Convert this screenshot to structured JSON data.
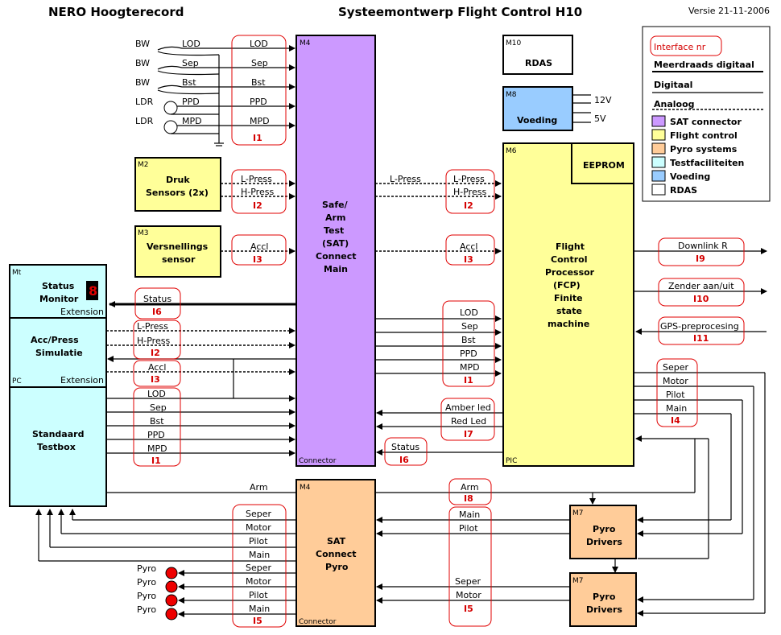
{
  "header": {
    "left": "NERO Hoogterecord",
    "center": "Systeemontwerp Flight Control H10",
    "right": "Versie 21-11-2006"
  },
  "legend": {
    "interface": "Interface nr",
    "multi": "Meerdraads digitaal",
    "digital": "Digitaal",
    "analog": "Analoog",
    "sat": "SAT connector",
    "fc": "Flight control",
    "pyro": "Pyro systems",
    "test": "Testfaciliteiten",
    "power": "Voeding",
    "rdas": "RDAS",
    "colors": {
      "sat": "#cc99ff",
      "fc": "#ffff99",
      "pyro": "#ffcc99",
      "test": "#ccffff",
      "power": "#99ccff",
      "rdas": "#ffffff"
    }
  },
  "sensors": {
    "bw1": "BW",
    "bw2": "BW",
    "bw3": "BW",
    "ldr1": "LDR",
    "ldr2": "LDR",
    "lod": "LOD",
    "sep": "Sep",
    "bst": "Bst",
    "ppd": "PPD",
    "mpd": "MPD"
  },
  "i1": {
    "lod": "LOD",
    "sep": "Sep",
    "bst": "Bst",
    "ppd": "PPD",
    "mpd": "MPD",
    "id": "I1"
  },
  "m2": {
    "code": "M2",
    "l1": "Druk",
    "l2": "Sensors (2x)"
  },
  "m3": {
    "code": "M3",
    "l1": "Versnellings",
    "l2": "sensor"
  },
  "i2a": {
    "l": "L-Press",
    "h": "H-Press",
    "id": "I2"
  },
  "i3a": {
    "a": "Accl",
    "id": "I3"
  },
  "m4": {
    "code": "M4",
    "l1": "Safe/",
    "l2": "Arm",
    "l3": "Test",
    "l4": "(SAT)",
    "l5": "Connect",
    "l6": "Main",
    "connector": "Connector"
  },
  "m10": {
    "code": "M10",
    "name": "RDAS"
  },
  "m8": {
    "code": "M8",
    "name": "Voeding",
    "v12": "12V",
    "v5": "5V"
  },
  "m6": {
    "code": "M6",
    "eeprom": "EEPROM",
    "l1": "Flight",
    "l2": "Control",
    "l3": "Processor",
    "l4": "(FCP)",
    "l5": "Finite",
    "l6": "state",
    "l7": "machine",
    "pic": "PIC"
  },
  "fc_in": {
    "lpress": "L-Press",
    "l": "L-Press",
    "h": "H-Press",
    "i2": "I2",
    "accl": "Accl",
    "i3": "I3"
  },
  "fc_main": {
    "lod": "LOD",
    "sep": "Sep",
    "bst": "Bst",
    "ppd": "PPD",
    "mpd": "MPD",
    "id": "I1"
  },
  "fc_out": {
    "downlink": "Downlink R",
    "i9": "I9",
    "zender": "Zender aan/uit",
    "i10": "I10",
    "gps": "GPS-preprocesing",
    "i11": "I11"
  },
  "i4": {
    "seper": "Seper",
    "motor": "Motor",
    "pilot": "Pilot",
    "main": "Main",
    "id": "I4"
  },
  "i7": {
    "amber": "Amber led",
    "red": "Red Led",
    "id": "I7"
  },
  "i6b": {
    "status": "Status",
    "id": "I6"
  },
  "mt": {
    "code": "Mt",
    "l1": "Status",
    "l2": "Monitor",
    "ext": "Extension",
    "digit": "8"
  },
  "pc": {
    "l1": "Acc/Press",
    "l2": "Simulatie",
    "code": "PC",
    "ext": "Extension",
    "l3": "Standaard",
    "l4": "Testbox"
  },
  "i6a": {
    "status": "Status",
    "id": "I6"
  },
  "i2b": {
    "l": "L-Press",
    "h": "H-Press",
    "id": "I2"
  },
  "i3b": {
    "a": "Accl",
    "id": "I3"
  },
  "i1b": {
    "lod": "LOD",
    "sep": "Sep",
    "bst": "Bst",
    "ppd": "PPD",
    "mpd": "MPD",
    "id": "I1"
  },
  "arm": {
    "left": "Arm",
    "label": "Arm",
    "id": "I8"
  },
  "m4p": {
    "code": "M4",
    "l1": "SAT",
    "l2": "Connect",
    "l3": "Pyro",
    "connector": "Connector"
  },
  "i5a": {
    "seper": "Seper",
    "motor": "Motor",
    "pilot": "Pilot",
    "main": "Main",
    "seper2": "Seper",
    "motor2": "Motor",
    "pilot2": "Pilot",
    "main2": "Main",
    "id": "I5"
  },
  "i5b": {
    "main": "Main",
    "pilot": "Pilot",
    "seper": "Seper",
    "motor": "Motor",
    "id": "I5"
  },
  "m7a": {
    "code": "M7",
    "l1": "Pyro",
    "l2": "Drivers"
  },
  "m7b": {
    "code": "M7",
    "l1": "Pyro",
    "l2": "Drivers"
  },
  "pyro": {
    "p1": "Pyro",
    "p2": "Pyro",
    "p3": "Pyro",
    "p4": "Pyro"
  }
}
